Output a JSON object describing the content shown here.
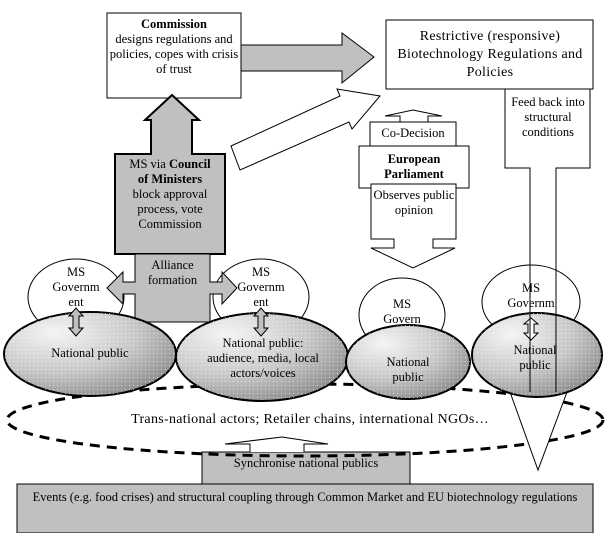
{
  "commission": {
    "title": "Commission",
    "text": "designs regulations and policies, copes with crisis of trust"
  },
  "regulations": {
    "text": "Restrictive (responsive) Biotechnology Regulations and Policies"
  },
  "feedback": {
    "text": "Feed back into structural conditions"
  },
  "council": {
    "prefix": "MS via ",
    "title_1": "Council",
    "title_2": "of Ministers",
    "text": "block approval process, vote Commission"
  },
  "codecision": {
    "text": "Co-Decision"
  },
  "parliament": {
    "title": "European Parliament",
    "text": "Observes public opinion"
  },
  "alliance": {
    "text": "Alliance formation"
  },
  "governments": [
    {
      "line1": "MS",
      "line2": "Governm",
      "line3": "ent"
    },
    {
      "line1": "MS",
      "line2": "Governm",
      "line3": "ent"
    },
    {
      "line1": "MS",
      "line2": "Govern",
      "line3": ""
    },
    {
      "line1": "MS",
      "line2": "Governm",
      "line3": ""
    }
  ],
  "publics": [
    {
      "text": "National public"
    },
    {
      "text": "National public: audience, media, local actors/voices"
    },
    {
      "text": "National public"
    },
    {
      "text": "National public"
    }
  ],
  "transnational": {
    "text": "Trans-national actors; Retailer chains, international NGOs…"
  },
  "synchronise": {
    "text": "Synchronise national publics"
  },
  "events": {
    "text": "Events (e.g. food crises) and structural coupling through Common Market and EU biotechnology regulations"
  },
  "colors": {
    "box_fill": "#c0c0c0",
    "box_stroke": "#000000",
    "white": "#ffffff"
  }
}
